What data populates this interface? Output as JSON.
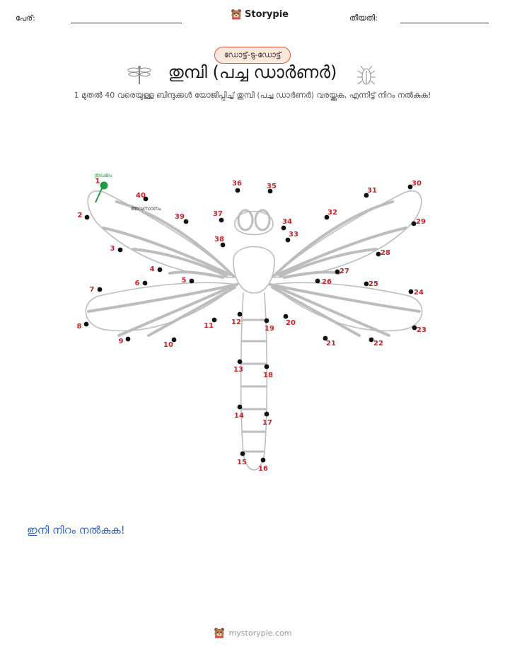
{
  "header": {
    "name_label": "പേര്:",
    "brand": "Storypie",
    "date_label": "തീയതി:"
  },
  "badge": "ഡോട്ട്-ടു-ഡോട്ട്",
  "title": "തുമ്പി (പച്ച ഡാർണർ)",
  "subtitle": "1 മുതൽ 40 വരെയുള്ള ബിന്ദുക്കൾ യോജിപ്പിച്ച് തുമ്പി (പച്ച ഡാർണർ) വരയ്ക്കുക, എന്നിട്ട് നിറം നൽകുക!",
  "start_label": "തുടക്കം",
  "end_label": "അവസാനം",
  "dot_labels": [
    "1",
    "2",
    "3",
    "4",
    "5",
    "6",
    "7",
    "8",
    "9",
    "10",
    "11",
    "12",
    "13",
    "14",
    "15",
    "16",
    "17",
    "18",
    "19",
    "20",
    "21",
    "22",
    "23",
    "24",
    "25",
    "26",
    "27",
    "28",
    "29",
    "30",
    "31",
    "32",
    "33",
    "34",
    "35",
    "36",
    "37",
    "38",
    "39",
    "40"
  ],
  "footer_note": "ഇനി നിറം നൽകുക!",
  "footer_site": "mystorypie.com",
  "colors": {
    "dot_number": "#c8232b",
    "start": "#1f9d40",
    "outline": "#bdbdbd",
    "accent_blue": "#2a62d8",
    "badge_border": "#e0553a",
    "badge_fill": "#fde8dd"
  }
}
